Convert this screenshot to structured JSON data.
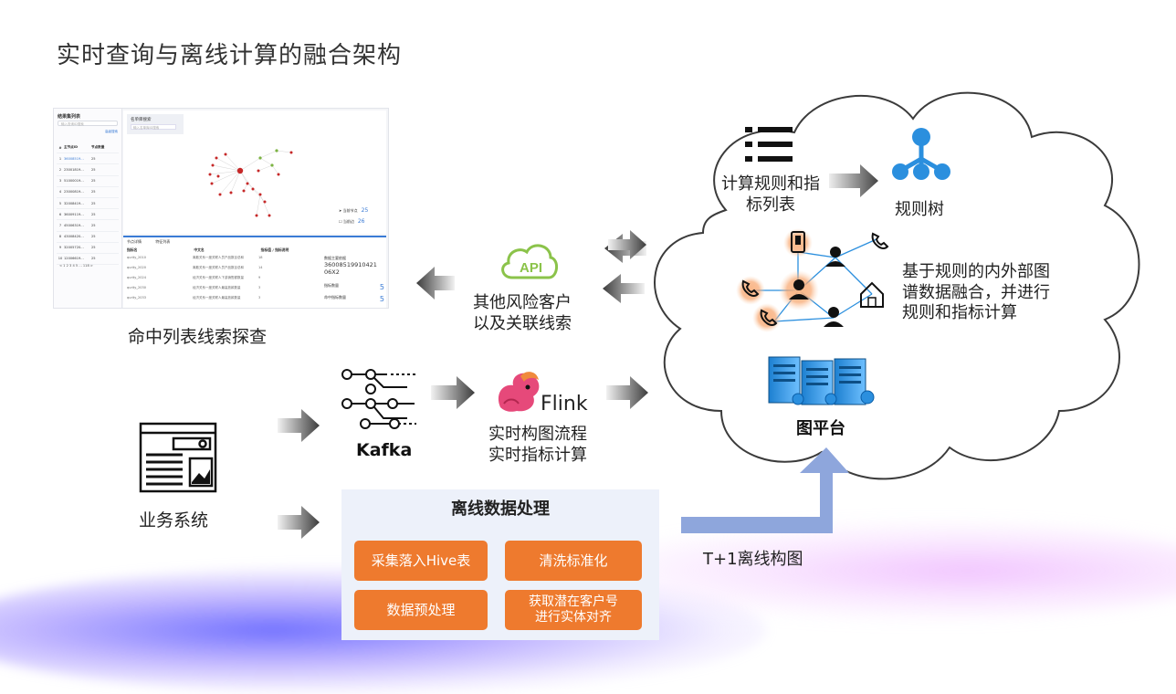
{
  "title": "实时查询与离线计算的融合架构",
  "panel": {
    "sidebar_title": "结果集列表",
    "search_placeholder": "输入查询ID搜索",
    "link": "高级搜索",
    "headers": [
      "#",
      "主节点ID",
      "节点数量"
    ],
    "rows": [
      [
        "1",
        "36008519...",
        "25"
      ],
      [
        "2",
        "23001819...",
        "25"
      ],
      [
        "3",
        "51000019...",
        "25"
      ],
      [
        "4",
        "23000819...",
        "25"
      ],
      [
        "5",
        "32008419...",
        "25"
      ],
      [
        "6",
        "36009119...",
        "25"
      ],
      [
        "7",
        "45006319...",
        "25"
      ],
      [
        "8",
        "43008420...",
        "25"
      ],
      [
        "9",
        "32005720...",
        "25"
      ],
      [
        "10",
        "12006619...",
        "25"
      ]
    ],
    "pager": "< 1 2 3 4 5 ... 118 >",
    "graph_search_label": "名单库搜索",
    "graph_search_placeholder": "输入名单库ID搜索",
    "legend": [
      {
        "label": "当前节点",
        "value": "25"
      },
      {
        "label": "当前边",
        "value": "26"
      }
    ],
    "tabs": [
      "节点详情",
      "特征列表"
    ],
    "table_headers": [
      "指标名",
      "中文名",
      "指标值 / 指标说明"
    ],
    "table_rows": [
      [
        "qurity_2010",
        "离散关系一度关联人员产品数目总和",
        "18"
      ],
      [
        "qurity_2020",
        "离散关系一度关联人员产品数目总和",
        "14"
      ],
      [
        "qurity_2024",
        "经济关系一度关联人下游销售额数量",
        "9"
      ],
      [
        "qurity_2030",
        "经济关系一度关联人最高放款数量",
        "3"
      ],
      [
        "qurity_2033",
        "经济关系一度关联人最高放款数量",
        "3"
      ]
    ],
    "right_label1": "数据主要依据",
    "right_value1": "36008519910421 06X2",
    "right_label2": "指标数量",
    "right_value2": "5",
    "right_label3": "命中指标数量",
    "right_value3": "5"
  },
  "labels": {
    "hit_list": "命中列表线索探查",
    "api": "API",
    "api_desc": "其他风险客户\n以及关联线索",
    "kafka": "Kafka",
    "flink": "Flink",
    "flink_desc": "实时构图流程\n实时指标计算",
    "business": "业务系统",
    "t1": "T+1离线构图"
  },
  "cloud": {
    "rules_list": "计算规则和指\n标列表",
    "rule_tree": "规则树",
    "fusion": "基于规则的内外部图\n谱数据融合，并进行\n规则和指标计算",
    "graph_platform": "图平台"
  },
  "offline": {
    "title": "离线数据处理",
    "buttons": [
      "采集落入Hive表",
      "清洗标准化",
      "数据预处理",
      "获取潜在客户号\n进行实体对齐"
    ]
  },
  "colors": {
    "orange": "#ee7a2e",
    "blue_icon": "#2b8fde",
    "api_green": "#8bc34a",
    "arrow_gray": "#555555",
    "t1_arrow": "#8ea6dc"
  }
}
